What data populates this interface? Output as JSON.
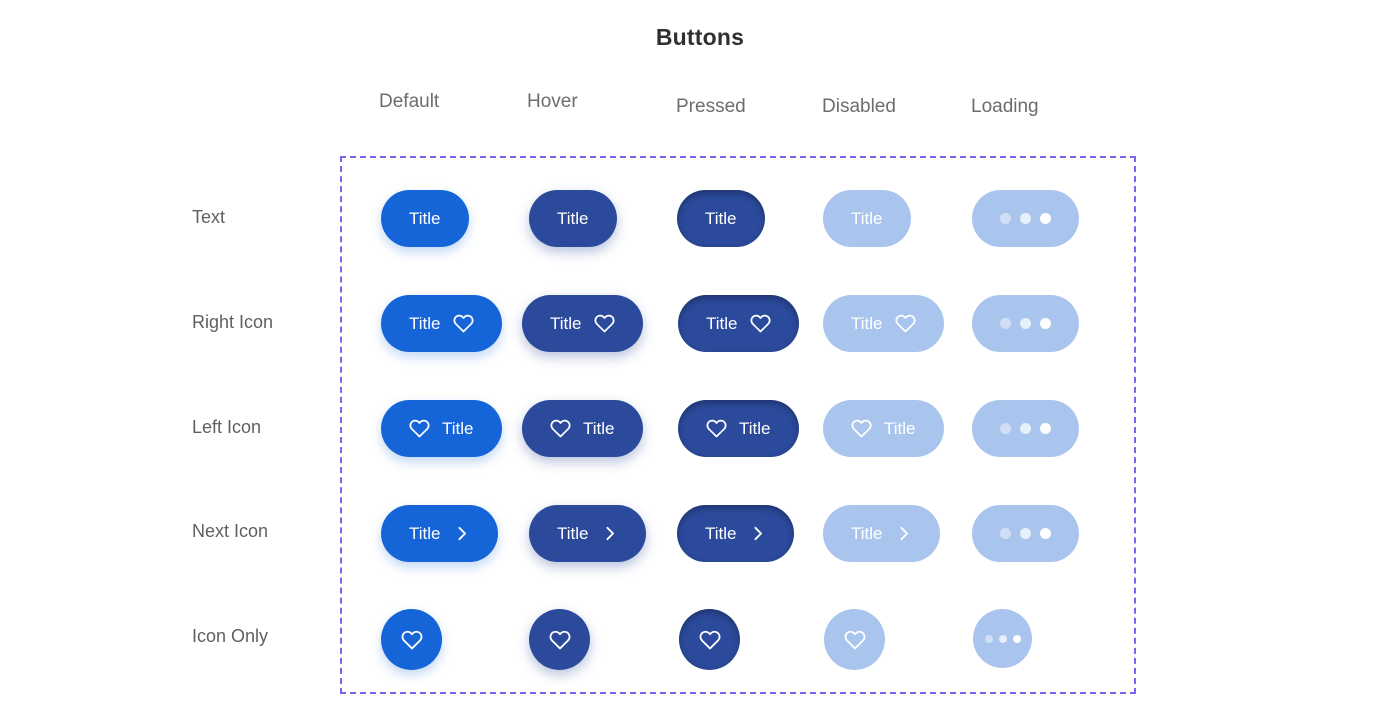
{
  "page": {
    "title": "Buttons",
    "background_color": "#ffffff"
  },
  "colors": {
    "default": "#1565d8",
    "hover": "#2b4a9b",
    "pressed": "#2b4a9b",
    "disabled": "#a9c5ed",
    "loading": "#a9c5ed",
    "label_text": "#ffffff",
    "frame_dashed": "#7c63f0",
    "header_text": "#6b6d70",
    "row_label_text": "#5d6063",
    "title_text": "#2f3033"
  },
  "columns": [
    {
      "key": "default",
      "label": "Default"
    },
    {
      "key": "hover",
      "label": "Hover"
    },
    {
      "key": "pressed",
      "label": "Pressed"
    },
    {
      "key": "disabled",
      "label": "Disabled"
    },
    {
      "key": "loading",
      "label": "Loading"
    }
  ],
  "rows": [
    {
      "key": "text",
      "label": "Text"
    },
    {
      "key": "righticon",
      "label": "Right Icon"
    },
    {
      "key": "lefticon",
      "label": "Left Icon"
    },
    {
      "key": "nexticon",
      "label": "Next Icon"
    },
    {
      "key": "icononly",
      "label": "Icon Only"
    }
  ],
  "button_label": "Title",
  "icons": {
    "heart": "heart-icon",
    "chevron_right": "chevron-right-icon",
    "loading_dots": "loading-dots-icon"
  },
  "matrix": {
    "text": {
      "default": {
        "label": "Title",
        "state": "default",
        "icon": null
      },
      "hover": {
        "label": "Title",
        "state": "hover",
        "icon": null
      },
      "pressed": {
        "label": "Title",
        "state": "pressed",
        "icon": null
      },
      "disabled": {
        "label": "Title",
        "state": "disabled",
        "icon": null
      },
      "loading": {
        "label": "",
        "state": "loading",
        "icon": "loading-dots-icon"
      }
    },
    "righticon": {
      "default": {
        "label": "Title",
        "state": "default",
        "icon": "heart-icon"
      },
      "hover": {
        "label": "Title",
        "state": "hover",
        "icon": "heart-icon"
      },
      "pressed": {
        "label": "Title",
        "state": "pressed",
        "icon": "heart-icon"
      },
      "disabled": {
        "label": "Title",
        "state": "disabled",
        "icon": "heart-icon"
      },
      "loading": {
        "label": "",
        "state": "loading",
        "icon": "loading-dots-icon"
      }
    },
    "lefticon": {
      "default": {
        "label": "Title",
        "state": "default",
        "icon": "heart-icon"
      },
      "hover": {
        "label": "Title",
        "state": "hover",
        "icon": "heart-icon"
      },
      "pressed": {
        "label": "Title",
        "state": "pressed",
        "icon": "heart-icon"
      },
      "disabled": {
        "label": "Title",
        "state": "disabled",
        "icon": "heart-icon"
      },
      "loading": {
        "label": "",
        "state": "loading",
        "icon": "loading-dots-icon"
      }
    },
    "nexticon": {
      "default": {
        "label": "Title",
        "state": "default",
        "icon": "chevron-right-icon"
      },
      "hover": {
        "label": "Title",
        "state": "hover",
        "icon": "chevron-right-icon"
      },
      "pressed": {
        "label": "Title",
        "state": "pressed",
        "icon": "chevron-right-icon"
      },
      "disabled": {
        "label": "Title",
        "state": "disabled",
        "icon": "chevron-right-icon"
      },
      "loading": {
        "label": "",
        "state": "loading",
        "icon": "loading-dots-icon"
      }
    },
    "icononly": {
      "default": {
        "label": "",
        "state": "default",
        "icon": "heart-icon"
      },
      "hover": {
        "label": "",
        "state": "hover",
        "icon": "heart-icon"
      },
      "pressed": {
        "label": "",
        "state": "pressed",
        "icon": "heart-icon"
      },
      "disabled": {
        "label": "",
        "state": "disabled",
        "icon": "heart-icon"
      },
      "loading": {
        "label": "",
        "state": "loading",
        "icon": "loading-dots-icon"
      }
    }
  }
}
